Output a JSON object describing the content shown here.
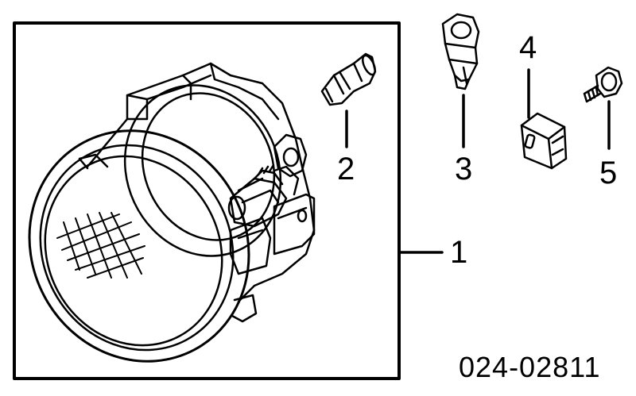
{
  "diagram": {
    "callouts": [
      "1",
      "2",
      "3",
      "4",
      "5"
    ],
    "part_code": "024-02811"
  },
  "colors": {
    "line": "#000000",
    "background": "#ffffff"
  }
}
